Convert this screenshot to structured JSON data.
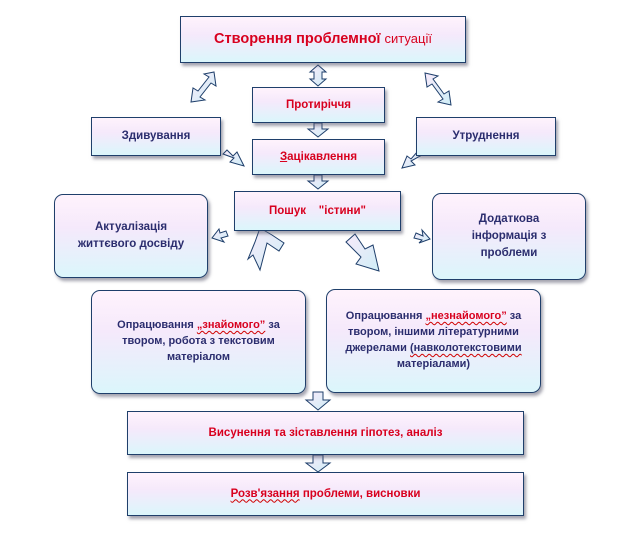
{
  "diagram": {
    "top": {
      "text_a": "Створення проблемної",
      "text_b": "ситуації"
    },
    "contradiction": "Протиріччя",
    "surprise": "Здивування",
    "difficulty": "Утруднення",
    "interest": {
      "highlight": "З",
      "rest": "ацікавлення"
    },
    "search": {
      "text_a": "Пошук",
      "text_b": "\"істини\""
    },
    "actualization": {
      "line1": "Актуалізація",
      "line2": "життєвого досвіду"
    },
    "additional": {
      "line1": "Додаткова",
      "line2": "інформація з",
      "line3": "проблеми"
    },
    "known": {
      "part1": "Опрацювання ",
      "squig": "„знайомого”",
      "part2": " за",
      "line2": "твором, робота з текстовим",
      "line3": "матеріалом"
    },
    "unknown": {
      "part1": "Опрацювання ",
      "squig": "„незнайомого”",
      "part2": " за",
      "line2": "твором, іншими літературними",
      "line3a": "джерелами ",
      "line3b": "(навколотекстовими",
      "line4": "матеріалами)"
    },
    "hypotheses": "Висунення та зіставлення гіпотез,  аналіз",
    "solution": {
      "squig": "Розв'язання",
      "rest": " проблеми, висновки"
    }
  }
}
